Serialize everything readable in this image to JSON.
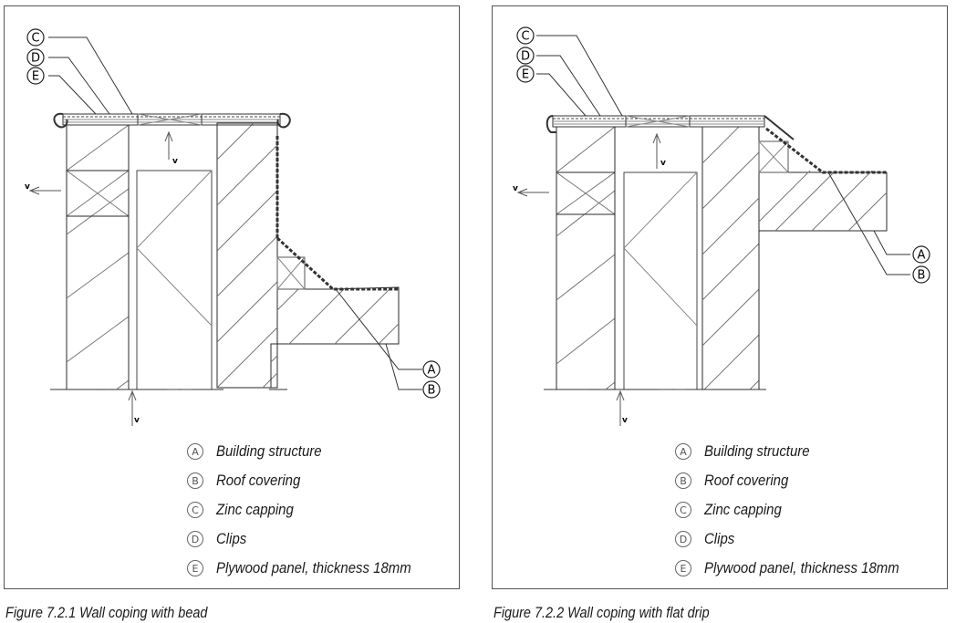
{
  "figures": [
    {
      "caption": "Figure 7.2.1 Wall coping with bead",
      "callouts": {
        "a": "A",
        "b": "B",
        "c": "C",
        "d": "D",
        "e": "E",
        "v": "v"
      },
      "legend": [
        {
          "letter": "A",
          "text": "Building structure"
        },
        {
          "letter": "B",
          "text": "Roof covering"
        },
        {
          "letter": "C",
          "text": "Zinc capping"
        },
        {
          "letter": "D",
          "text": "Clips"
        },
        {
          "letter": "E",
          "text": "Plywood panel, thickness 18mm"
        }
      ]
    },
    {
      "caption": "Figure 7.2.2 Wall coping with flat drip",
      "callouts": {
        "a": "A",
        "b": "B",
        "c": "C",
        "d": "D",
        "e": "E",
        "v": "v"
      },
      "legend": [
        {
          "letter": "A",
          "text": "Building structure"
        },
        {
          "letter": "B",
          "text": "Roof covering"
        },
        {
          "letter": "C",
          "text": "Zinc capping"
        },
        {
          "letter": "D",
          "text": "Clips"
        },
        {
          "letter": "E",
          "text": "Plywood panel, thickness 18mm"
        }
      ]
    }
  ],
  "colors": {
    "line": "#2a2a2a",
    "hatch": "#6a6a6a",
    "frame": "#555555"
  }
}
